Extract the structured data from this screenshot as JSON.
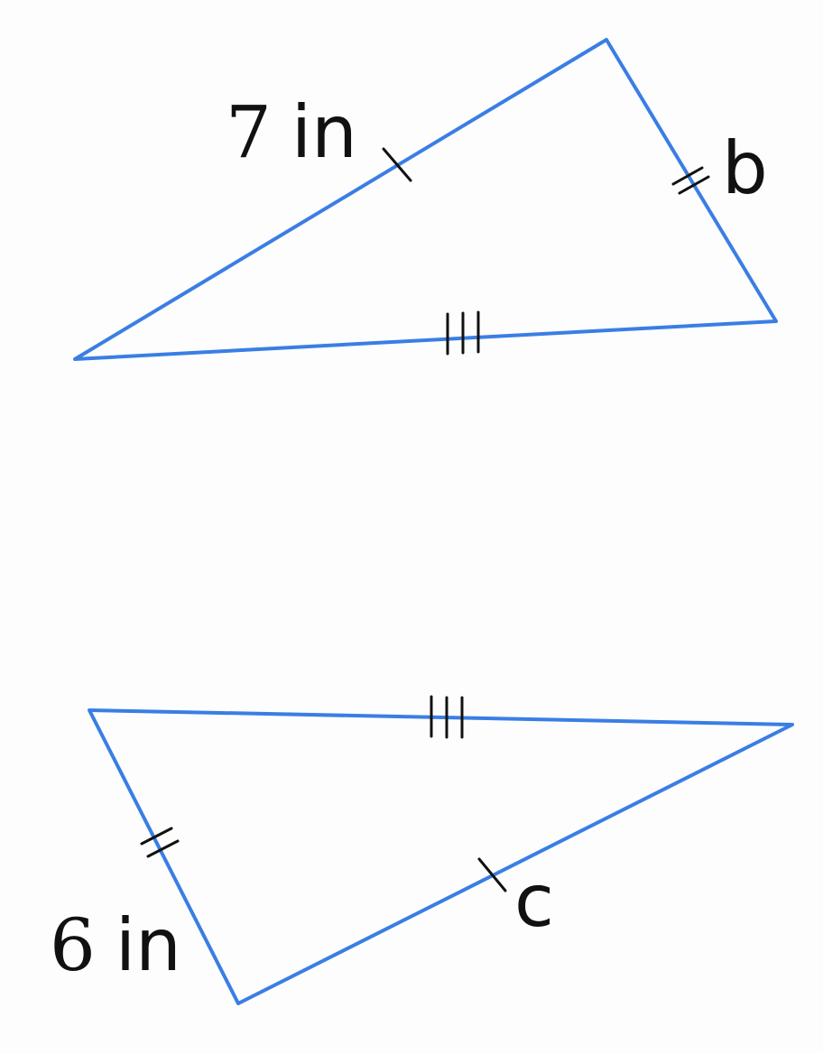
{
  "colors": {
    "edge": "#3a7ee4",
    "tick": "#111111",
    "text": "#111111",
    "background": "#fdfdfd"
  },
  "triangle_top": {
    "side_left_label_number": "7",
    "side_left_label_unit": "in",
    "side_right_label": "b"
  },
  "triangle_bottom": {
    "side_left_label_number": "6",
    "side_left_label_unit": "in",
    "side_right_label": "c"
  }
}
